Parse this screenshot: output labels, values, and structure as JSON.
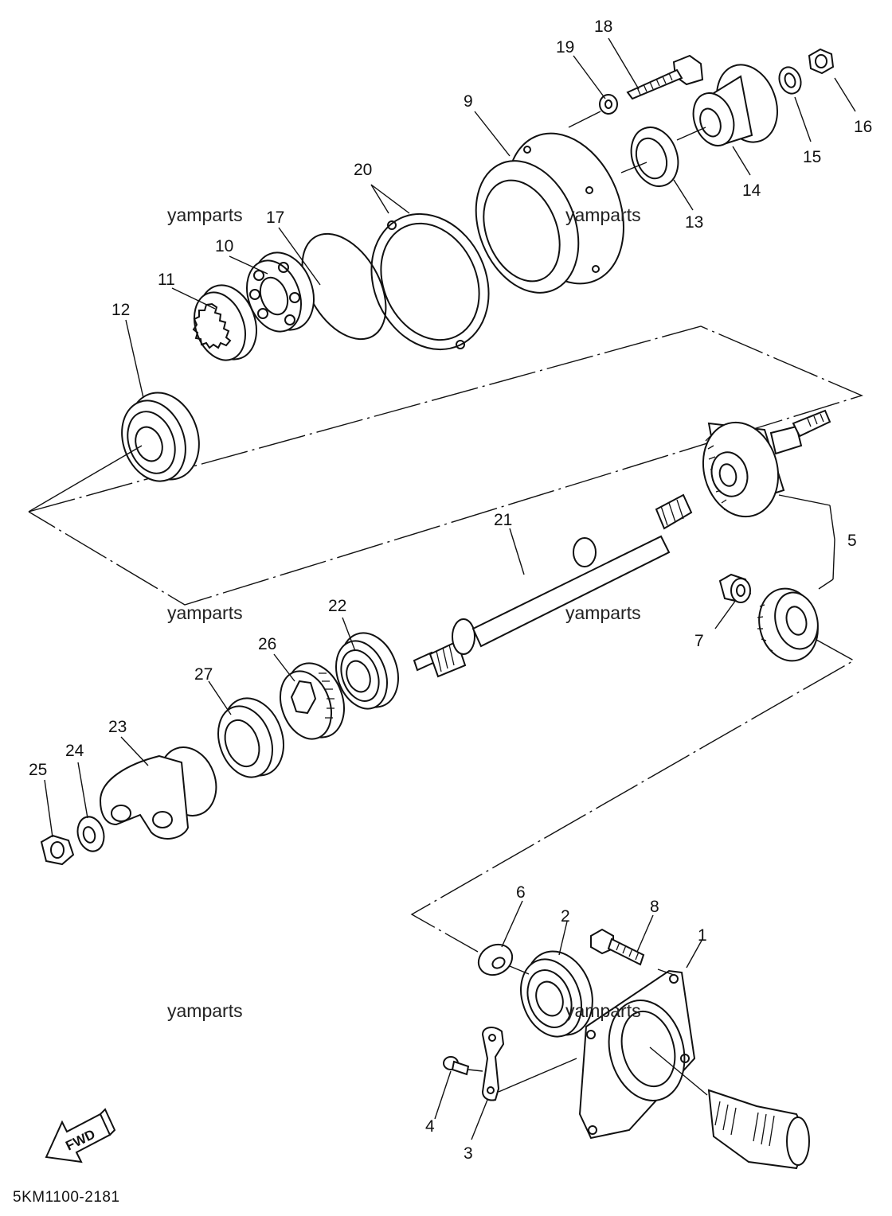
{
  "diagram": {
    "code": "5KM1100-2181",
    "fwd_label": "FWD",
    "watermark": "yamparts",
    "part_numbers": [
      "1",
      "2",
      "3",
      "4",
      "5",
      "6",
      "7",
      "8",
      "9",
      "10",
      "11",
      "12",
      "13",
      "14",
      "15",
      "16",
      "17",
      "18",
      "19",
      "20",
      "21",
      "22",
      "23",
      "24",
      "25",
      "26",
      "27"
    ]
  }
}
